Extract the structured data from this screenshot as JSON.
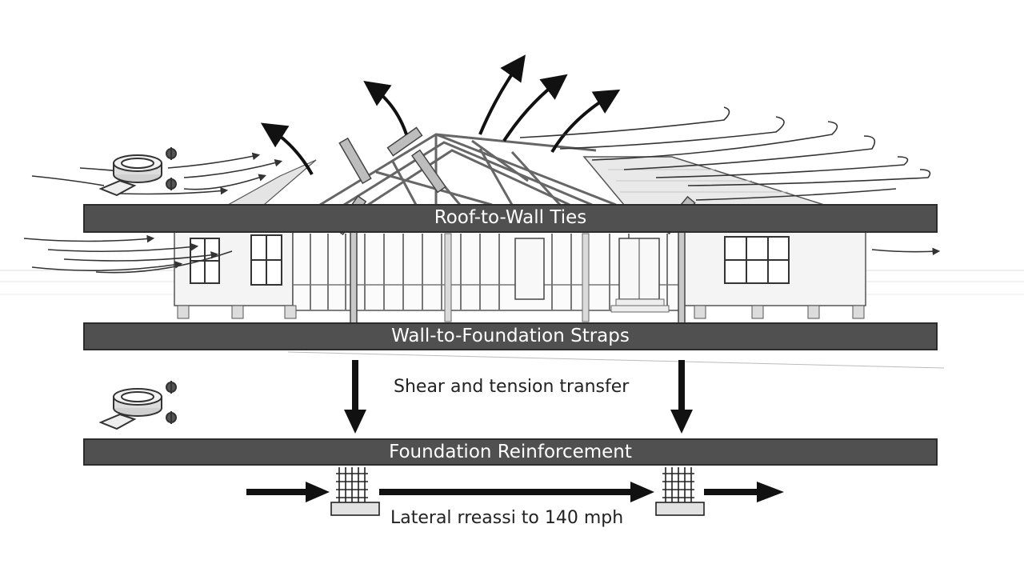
{
  "title": "",
  "bands": {
    "roof_to_wall": "Roof-to-Wall Ties",
    "wall_to_foundation": "Wall-to-Foundation Straps",
    "foundation": "Foundation Reinforcement"
  },
  "captions": {
    "shear": "Shear and tension transfer",
    "lateral": "Lateral rreassi to 140 mph"
  },
  "icons": [
    "hurricane-tie-connector-icon",
    "hurricane-tie-connector-icon",
    "uplift-arrow-icon",
    "wind-gust-icon",
    "load-down-arrow-icon",
    "lateral-load-arrow-icon",
    "rebar-footing-icon"
  ],
  "colors": {
    "band": "#505050",
    "ink": "#222222",
    "background": "#ffffff"
  }
}
